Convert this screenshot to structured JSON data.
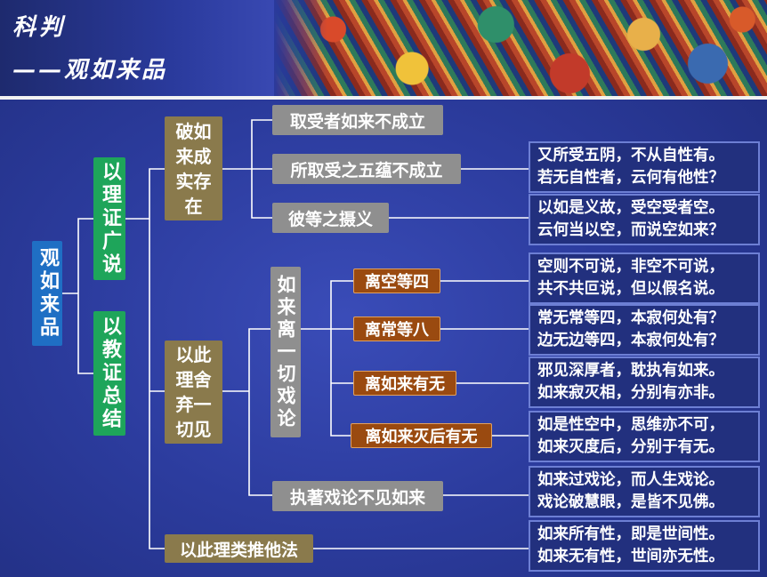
{
  "header": {
    "title": "科判",
    "subtitle": "——观如来品"
  },
  "diagram": {
    "root": "观如来品",
    "branch1": "以理证广说",
    "branch2": "以教证总结",
    "sub1": "破如来成实存在",
    "sub2": "以此理舍弃一切见",
    "sub3": "以此理类推他法",
    "sub1_items": [
      "取受者如来不成立",
      "所取受之五蕴不成立",
      "彼等之摄义"
    ],
    "sub2_group": "如来离一切戏论",
    "sub2_items": [
      "离空等四",
      "离常等八",
      "离如来有无",
      "离如来灭后有无"
    ],
    "sub2_last": "执著戏论不见如来"
  },
  "notes": [
    [
      "又所受五阴，不从自性有。",
      "若无自性者，云何有他性？"
    ],
    [
      "以如是义故，受空受者空。",
      "云何当以空，而说空如来？"
    ],
    [
      "空则不可说，非空不可说，",
      "共不共叵说，但以假名说。"
    ],
    [
      "常无常等四，本寂何处有？",
      "边无边等四，本寂何处有？"
    ],
    [
      "邪见深厚者，耽执有如来。",
      "如来寂灭相，分别有亦非。"
    ],
    [
      "如是性空中，思维亦不可，",
      "如来灭度后，分别于有无。"
    ],
    [
      "如来过戏论，而人生戏论。",
      "戏论破慧眼，是皆不见佛。"
    ],
    [
      "如来所有性，即是世间性。",
      "如来无有性，世间亦无性。"
    ]
  ],
  "colors": {
    "background": "#2c3c9e",
    "root": "#1f6fc4",
    "branch": "#1ea55a",
    "section": "#8a7a4c",
    "item": "#8f8f8f",
    "subitem": "#9a4a10",
    "note_border": "#6d7fd4"
  }
}
